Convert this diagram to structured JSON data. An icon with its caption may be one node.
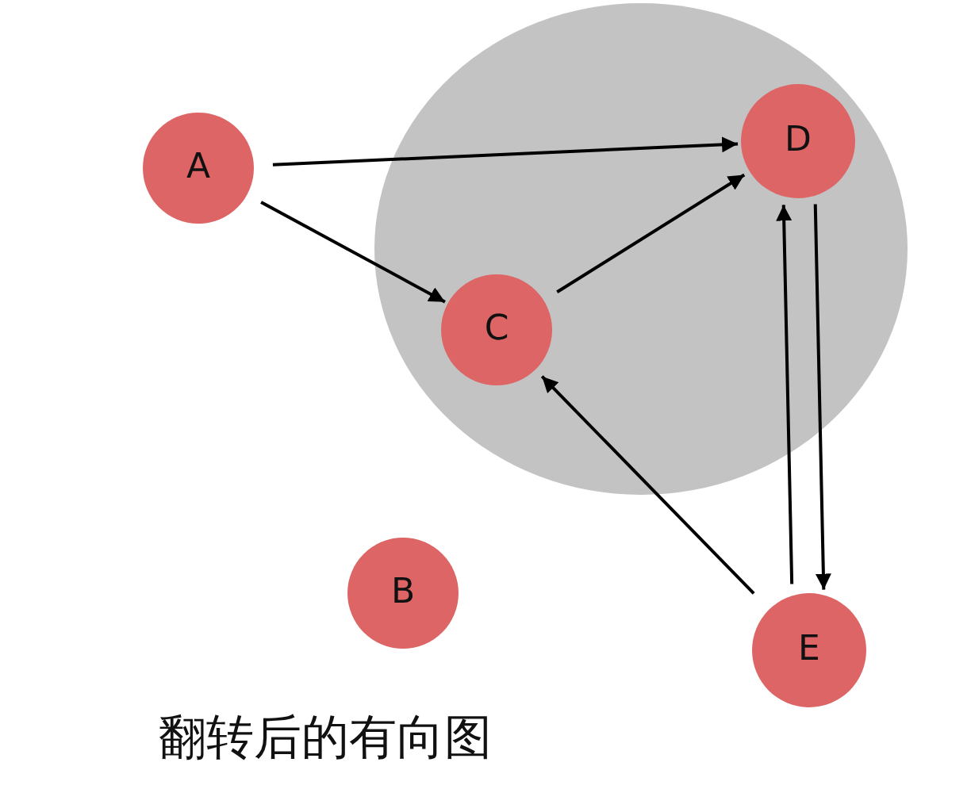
{
  "diagram": {
    "caption": "翻转后的有向图",
    "nodes": [
      {
        "text": [
          "A"
        ]
      },
      {
        "text": [],
        "shape": "circle"
      },
      {
        "text": [
          "D"
        ],
        "in": 1
      },
      {
        "text": [
          "C"
        ],
        "in": 1
      },
      {
        "text": [
          "B"
        ]
      },
      {
        "text": [
          "E"
        ]
      }
    ],
    "edges": [
      {
        "from": 0,
        "to": 2,
        "arrow": "to"
      },
      {
        "from": 0,
        "to": 3,
        "arrow": "to"
      },
      {
        "from": 3,
        "to": 2,
        "arrow": "to"
      },
      {
        "from": 5,
        "to": 3,
        "arrow": "to"
      },
      {
        "from": 5,
        "to": 2,
        "arrow": "to"
      },
      {
        "from": 2,
        "to": 5,
        "arrow": "to"
      }
    ]
  }
}
